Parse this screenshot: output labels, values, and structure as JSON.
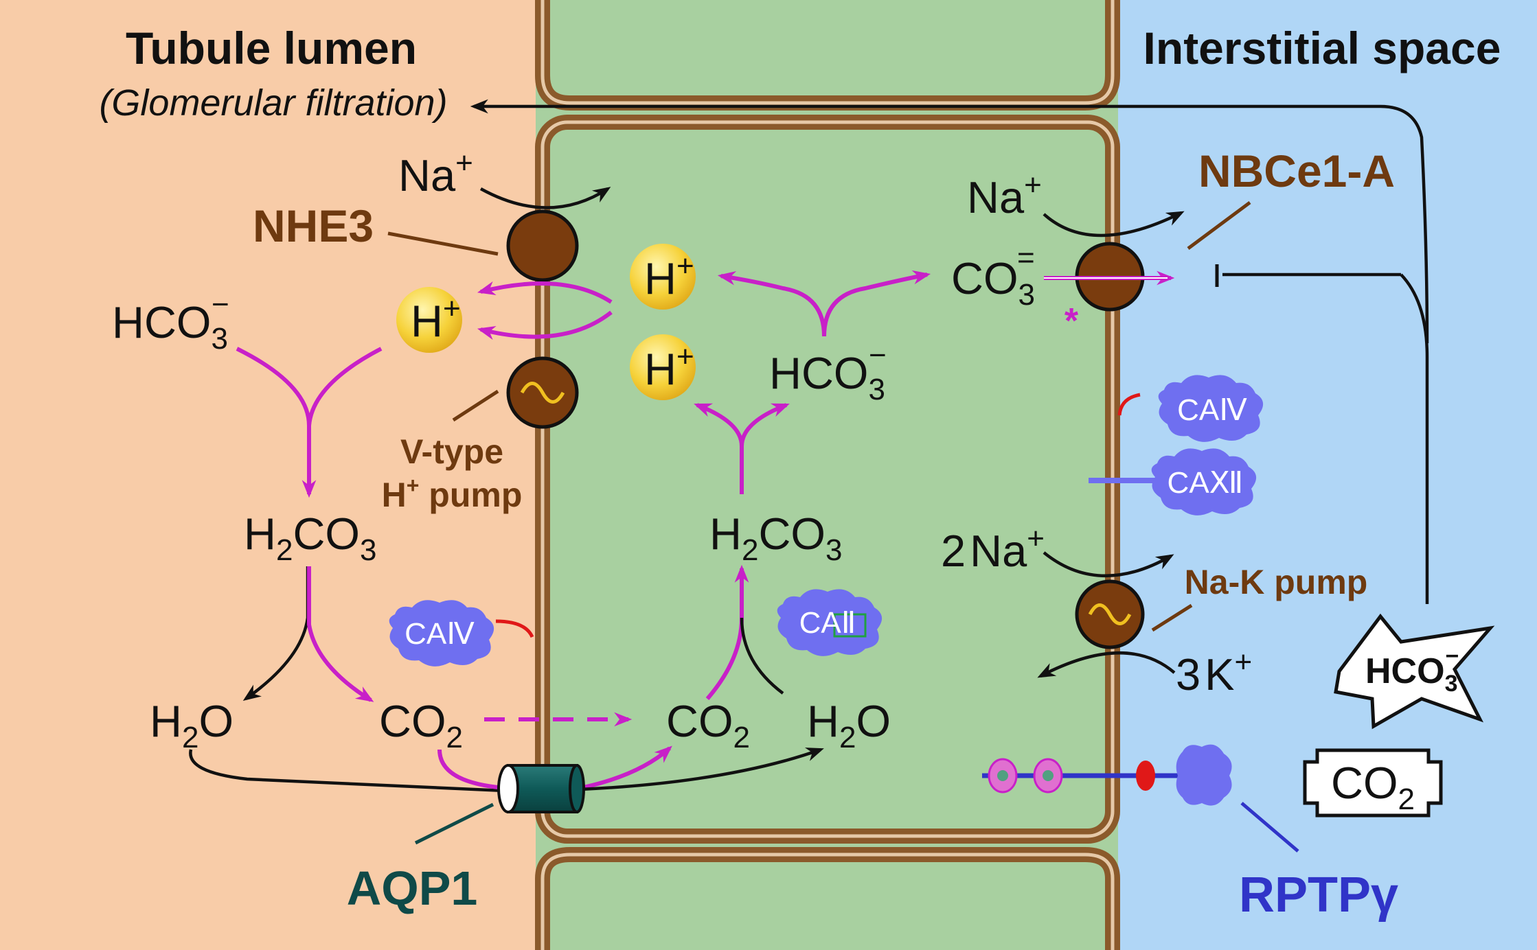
{
  "titles": {
    "lumen": "Tubule lumen",
    "lumen_sub": "(Glomerular filtration)",
    "interstitial": "Interstitial space"
  },
  "transporters": {
    "nhe3": "NHE3",
    "vtype_line1": "V-type",
    "vtype_line2": "H",
    "vtype_line2_sup": "+",
    "vtype_line2_rest": " pump",
    "nbce1a": "NBCe1-A",
    "nak": "Na-K pump",
    "aqp1": "AQP1",
    "rptp": "RPTPγ",
    "asterisk": "*"
  },
  "enzymes": {
    "caiv_lumen": "CAⅣ",
    "caii": "CAⅡ",
    "caiv_baso": "CAⅣ",
    "caxii": "CAⅫ"
  },
  "species": {
    "na": "Na",
    "plus": "+",
    "two": "2",
    "three": "3",
    "k": "K",
    "h": "H",
    "hco": "HCO",
    "sub3": "3",
    "minus": "−",
    "h2o_h": "H",
    "sub2": "2",
    "o": "O",
    "co": "CO",
    "h2co3_c": "CO",
    "co3_dbl": "="
  },
  "colors": {
    "lumen_bg": "#f8cca8",
    "cell_bg": "#a8d0a0",
    "interstitial_bg": "#b0d6f6",
    "membrane": "#8b5a2b",
    "transporter": "#7a3c0e",
    "magenta_arrow": "#c820c8",
    "enzyme": "#6f6ff0",
    "proton": "#f0c828",
    "aqp": "#0f5a58",
    "rptp": "#3034c8"
  }
}
